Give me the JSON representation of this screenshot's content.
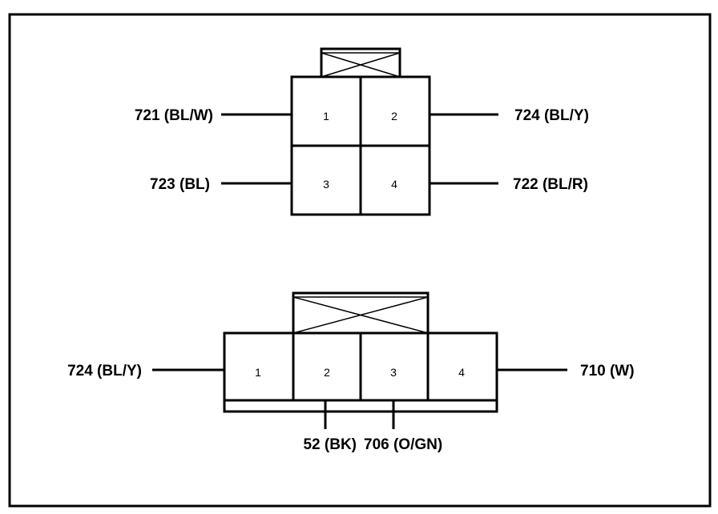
{
  "connector_top": {
    "pins": [
      "1",
      "2",
      "3",
      "4"
    ],
    "wires": {
      "pin1": "721 (BL/W)",
      "pin2": "724 (BL/Y)",
      "pin3": "723 (BL)",
      "pin4": "722 (BL/R)"
    }
  },
  "connector_bottom": {
    "pins": [
      "1",
      "2",
      "3",
      "4"
    ],
    "wires": {
      "pin1": "724 (BL/Y)",
      "pin2": "52 (BK)",
      "pin3": "706 (O/GN)",
      "pin4": "710 (W)"
    }
  }
}
